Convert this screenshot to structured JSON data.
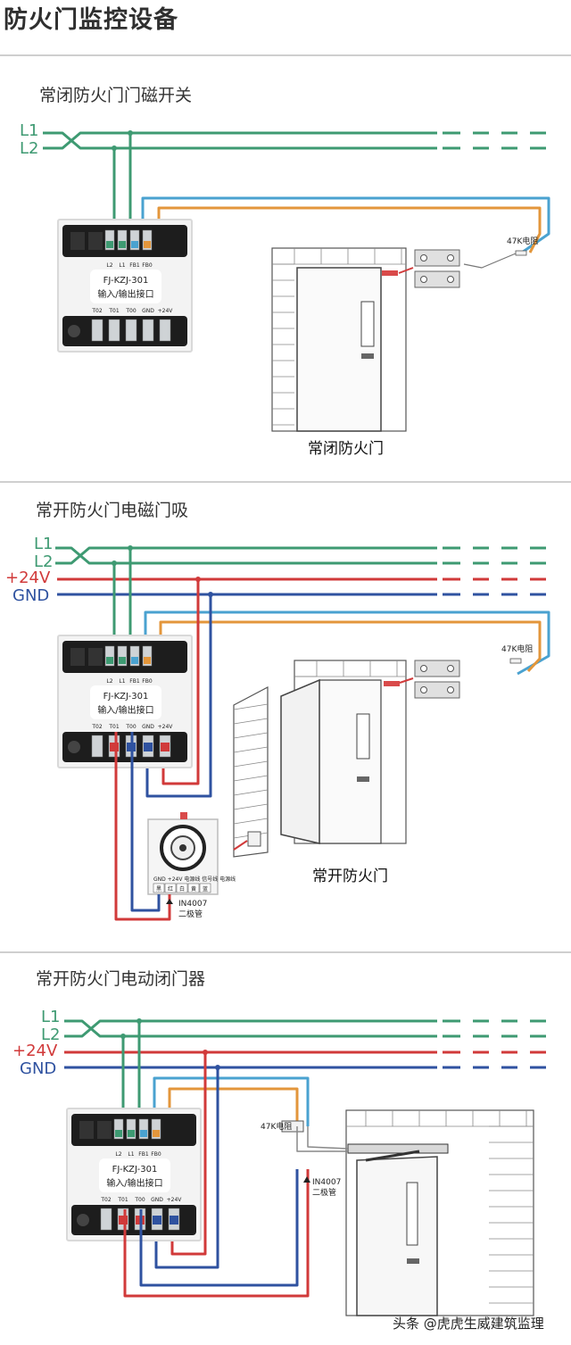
{
  "page_title": "防火门监控设备",
  "colors": {
    "green": "#3e9a72",
    "red": "#d13a3a",
    "blue": "#2f52a0",
    "lightblue": "#4aa2d0",
    "orange": "#e3963b",
    "divider": "#bfbfbf"
  },
  "module": {
    "model": "FJ-KZJ-301",
    "desc": "输入/输出接口",
    "top_terminals": [
      "L2",
      "L1",
      "FB1",
      "FB0"
    ],
    "bottom_terminals": [
      "T02",
      "T01",
      "T00",
      "GND",
      "+24V"
    ]
  },
  "resistor_label": "47K电阻",
  "sections": [
    {
      "title": "常闭防火门门磁开关",
      "wires": [
        "L1",
        "L2"
      ],
      "caption": "常闭防火门"
    },
    {
      "title": "常开防火门电磁门吸",
      "wires": [
        "L1",
        "L2",
        "+24V",
        "GND"
      ],
      "caption": "常开防火门",
      "holder_terminals": [
        "GND",
        "+24V",
        "电源线",
        "信号线",
        "电源线"
      ],
      "holder_colors": [
        "黑",
        "红",
        "白",
        "黄",
        "蓝"
      ],
      "diode": "IN4007",
      "diode_desc": "二极管"
    },
    {
      "title": "常开防火门电动闭门器",
      "wires": [
        "L1",
        "L2",
        "+24V",
        "GND"
      ],
      "diode": "IN4007",
      "diode_desc": "二极管"
    }
  ],
  "watermark": "头条 @虎虎生威建筑监理"
}
